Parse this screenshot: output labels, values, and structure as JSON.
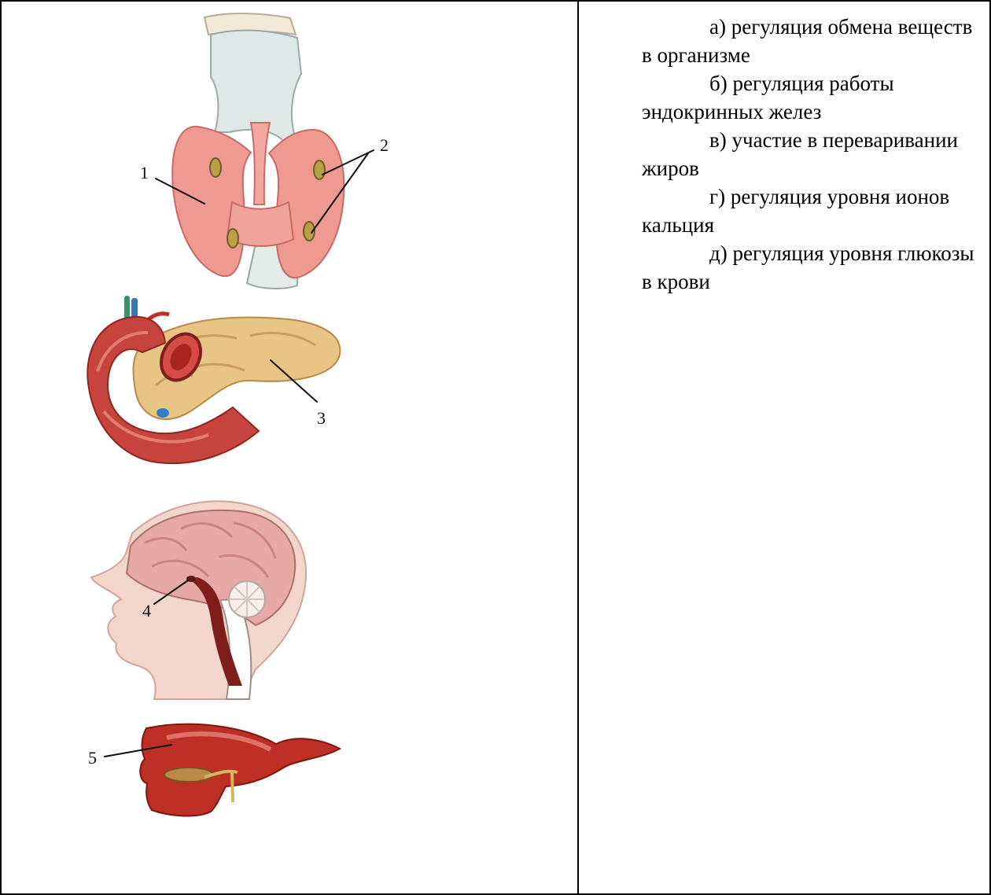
{
  "figure_labels": {
    "thyroid": "1",
    "parathyroid": "2",
    "pancreas": "3",
    "pituitary": "4",
    "liver": "5"
  },
  "options": [
    "а) регуляция обмена веществ в организме",
    "б) регуляция работы эндокринных желез",
    "в) участие в переваривании жиров",
    "г) регуляция уровня ионов кальция",
    "д) регуляция уровня глюкозы в крови"
  ],
  "colors": {
    "border": "#000000",
    "gland_pink": "#ef9a91",
    "cartilage": "#dfe8e6",
    "pancreas": "#e8c485",
    "intestine": "#c6433e",
    "brain": "#e7a9a5",
    "skin": "#f3d6cb",
    "liver": "#bd2f24"
  }
}
